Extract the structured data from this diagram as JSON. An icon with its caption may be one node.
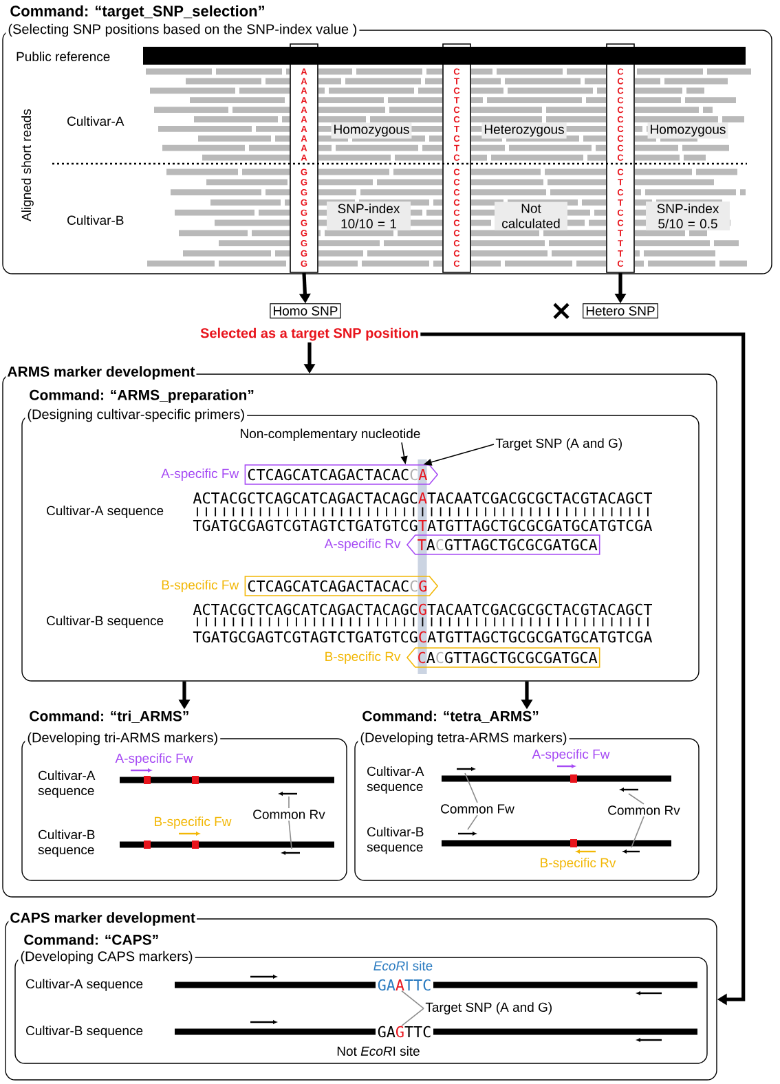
{
  "diagram": {
    "nodes": [
      {
        "text": [
          "Command: “target_SNP_selection”",
          "(Selecting SNP positions based on the SNP-index value )"
        ]
      },
      {
        "text": [
          "A",
          "A",
          "A",
          "A",
          "A",
          "A",
          "A",
          "A",
          "A",
          "A",
          "G",
          "G",
          "G",
          "G",
          "G",
          "G",
          "G",
          "G",
          "G",
          "G"
        ],
        "in": 0
      },
      {
        "text": [
          "C",
          "T",
          "C",
          "T",
          "C",
          "C",
          "T",
          "C",
          "T",
          "C",
          "C",
          "C",
          "C",
          "C",
          "C",
          "C",
          "C",
          "C",
          "C",
          "C"
        ],
        "in": 0
      },
      {
        "text": [
          "C",
          "C",
          "C",
          "C",
          "C",
          "C",
          "C",
          "C",
          "C",
          "C",
          "C",
          "T",
          "C",
          "T",
          "C",
          "C",
          "T",
          "T",
          "T",
          "C"
        ],
        "in": 0
      },
      {
        "text": [
          "Homo SNP"
        ]
      },
      {
        "text": [
          "Hetero SNP"
        ]
      },
      {
        "text": [
          "Selected as a target SNP position"
        ]
      },
      {
        "text": [
          "ARMS marker development"
        ]
      },
      {
        "text": [
          "Command: “ARMS_preparation”",
          "(Designing cultivar-specific primers)"
        ],
        "in": 7
      },
      {
        "text": [
          "Non-complementary nucleotide"
        ],
        "in": 8
      },
      {
        "text": [
          "Target SNP (A and G)"
        ],
        "in": 8
      },
      {
        "text": [
          "CTCAGCATCAGACTACAC",
          "C",
          "A"
        ],
        "beside": [
          "A-specific Fw"
        ],
        "in": 8
      },
      {
        "text": [
          "T",
          "A",
          "C",
          "GTTAGCTGCGCGATGCA"
        ],
        "beside": [
          "A-specific Rv"
        ],
        "in": 8
      },
      {
        "text": [
          "CTCAGCATCAGACTACAC",
          "C",
          "G"
        ],
        "beside": [
          "B-specific Fw"
        ],
        "in": 8
      },
      {
        "text": [
          "C",
          "A",
          "C",
          "GTTAGCTGCGCGATGCA"
        ],
        "beside": [
          "B-specific Rv"
        ],
        "in": 8
      },
      {
        "text": [
          "Command: “tri_ARMS”",
          "(Developing tri-ARMS markers)"
        ],
        "in": 7
      },
      {
        "text": [
          "Common Rv"
        ],
        "in": 15
      },
      {
        "text": [
          "Command: “tetra_ARMS”",
          "(Developing tetra-ARMS markers)"
        ],
        "in": 7
      },
      {
        "text": [
          "Common Fw"
        ],
        "in": 17
      },
      {
        "text": [
          "Common Rv"
        ],
        "in": 17
      },
      {
        "text": [
          "CAPS marker development"
        ]
      },
      {
        "text": [
          "Command: “CAPS”",
          "(Developing CAPS markers)"
        ],
        "in": 20
      },
      {
        "text": [
          "Target SNP (A and G)"
        ],
        "in": 21
      },
      {
        "text": [
          "GA",
          "A",
          "TTC"
        ],
        "in": 21
      },
      {
        "text": [
          "GA",
          "G",
          "TTC"
        ],
        "in": 21
      }
    ],
    "edges": [
      {
        "from": 1,
        "to": 4,
        "arrow": "to",
        "style": "thick"
      },
      {
        "from": 3,
        "to": 5,
        "arrow": "to",
        "style": "thick"
      },
      {
        "from": 6,
        "to": 7,
        "arrow": "to",
        "style": "thick"
      },
      {
        "from": 6,
        "to": 20,
        "arrow": "to",
        "style": "thick"
      },
      {
        "from": 8,
        "to": 15,
        "arrow": "to",
        "style": "thick"
      },
      {
        "from": 8,
        "to": 17,
        "arrow": "to",
        "style": "thick"
      },
      {
        "from": 9,
        "to": 11,
        "arrow": "to"
      },
      {
        "from": 10,
        "to": 11,
        "arrow": "to"
      },
      {
        "from": 16,
        "to": null,
        "arrow": "none",
        "color": "#8c8c8c"
      },
      {
        "from": 16,
        "to": null,
        "arrow": "none",
        "color": "#8c8c8c"
      },
      {
        "from": 18,
        "to": null,
        "arrow": "none",
        "color": "#8c8c8c"
      },
      {
        "from": 18,
        "to": null,
        "arrow": "none",
        "color": "#8c8c8c"
      },
      {
        "from": 19,
        "to": null,
        "arrow": "none",
        "color": "#8c8c8c"
      },
      {
        "from": 19,
        "to": null,
        "arrow": "none",
        "color": "#8c8c8c"
      },
      {
        "from": 22,
        "to": 23,
        "arrow": "none",
        "color": "#8c8c8c"
      },
      {
        "from": 22,
        "to": 24,
        "arrow": "none",
        "color": "#8c8c8c"
      }
    ],
    "labels": [
      "Public reference",
      "Aligned short reads",
      "Cultivar-A",
      "Homozygous",
      "Heterozygous",
      "Homozygous",
      "Cultivar-B",
      "SNP-index 10/10 = 1",
      "Not calculated",
      "SNP-index 5/10 = 0.5",
      "Cultivar-A sequence",
      "ACTACGCTCAGCATCAGACTACAGC",
      "A",
      "TACAATCGACGCGCTACGTACAGCT",
      "|||||||||||||||||||||||||||||||||||||||||||||||||||",
      "TGATGCGAGTCGTAGTCTGATGTCG",
      "T",
      "ATGTTAGCTGCGCGATGCATGTCGA",
      "Cultivar-B sequence",
      "ACTACGCTCAGCATCAGACTACAGC",
      "G",
      "TACAATCGACGCGCTACGTACAGCT",
      "|||||||||||||||||||||||||||||||||||||||||||||||||||",
      "TGATGCGAGTCGTAGTCTGATGTCG",
      "C",
      "ATGTTAGCTGCGCGATGCATGTCGA",
      "A-specific Fw",
      "Cultivar-A sequence",
      "B-specific Fw",
      "Cultivar-B sequence",
      "A-specific Fw",
      "Cultivar-A sequence",
      "Cultivar-B sequence",
      "B-specific Rv",
      "EcoR",
      "I site",
      "Cultivar-A sequence",
      "Cultivar-B sequence",
      "Not",
      "EcoR",
      "I site"
    ]
  }
}
